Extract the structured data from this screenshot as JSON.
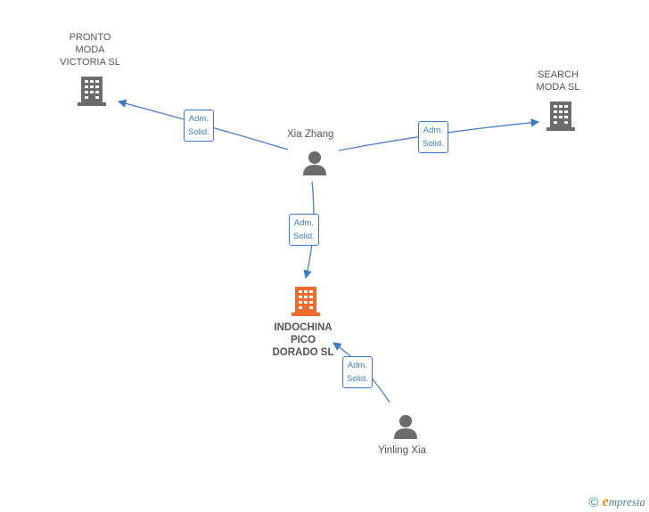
{
  "nodes": {
    "pronto": {
      "label": "PRONTO\nMODA\nVICTORIA SL",
      "icon": "building-icon",
      "color": "#6b6b6b"
    },
    "search": {
      "label": "SEARCH\nMODA SL",
      "icon": "building-icon",
      "color": "#6b6b6b"
    },
    "indochina": {
      "label": "INDOCHINA\nPICO\nDORADO SL",
      "icon": "building-icon",
      "color": "#f06a2e"
    },
    "xia_zhang": {
      "label": "Xia Zhang",
      "icon": "person-icon",
      "color": "#6b6b6b"
    },
    "yinling_xia": {
      "label": "Yinling Xia",
      "icon": "person-icon",
      "color": "#6b6b6b"
    }
  },
  "relations": [
    {
      "from": "xia_zhang",
      "to": "pronto",
      "label": "Adm.\nSolid."
    },
    {
      "from": "xia_zhang",
      "to": "search",
      "label": "Adm.\nSolid."
    },
    {
      "from": "xia_zhang",
      "to": "indochina",
      "label": "Adm.\nSolid."
    },
    {
      "from": "yinling_xia",
      "to": "indochina",
      "label": "Adm.\nSolid."
    }
  ],
  "colors": {
    "link": "#3e7ac3",
    "building": "#6b6b6b",
    "highlight": "#f06a2e"
  },
  "footer": {
    "copyright": "©",
    "brand_initial": "e",
    "brand_rest": "mpresia"
  }
}
